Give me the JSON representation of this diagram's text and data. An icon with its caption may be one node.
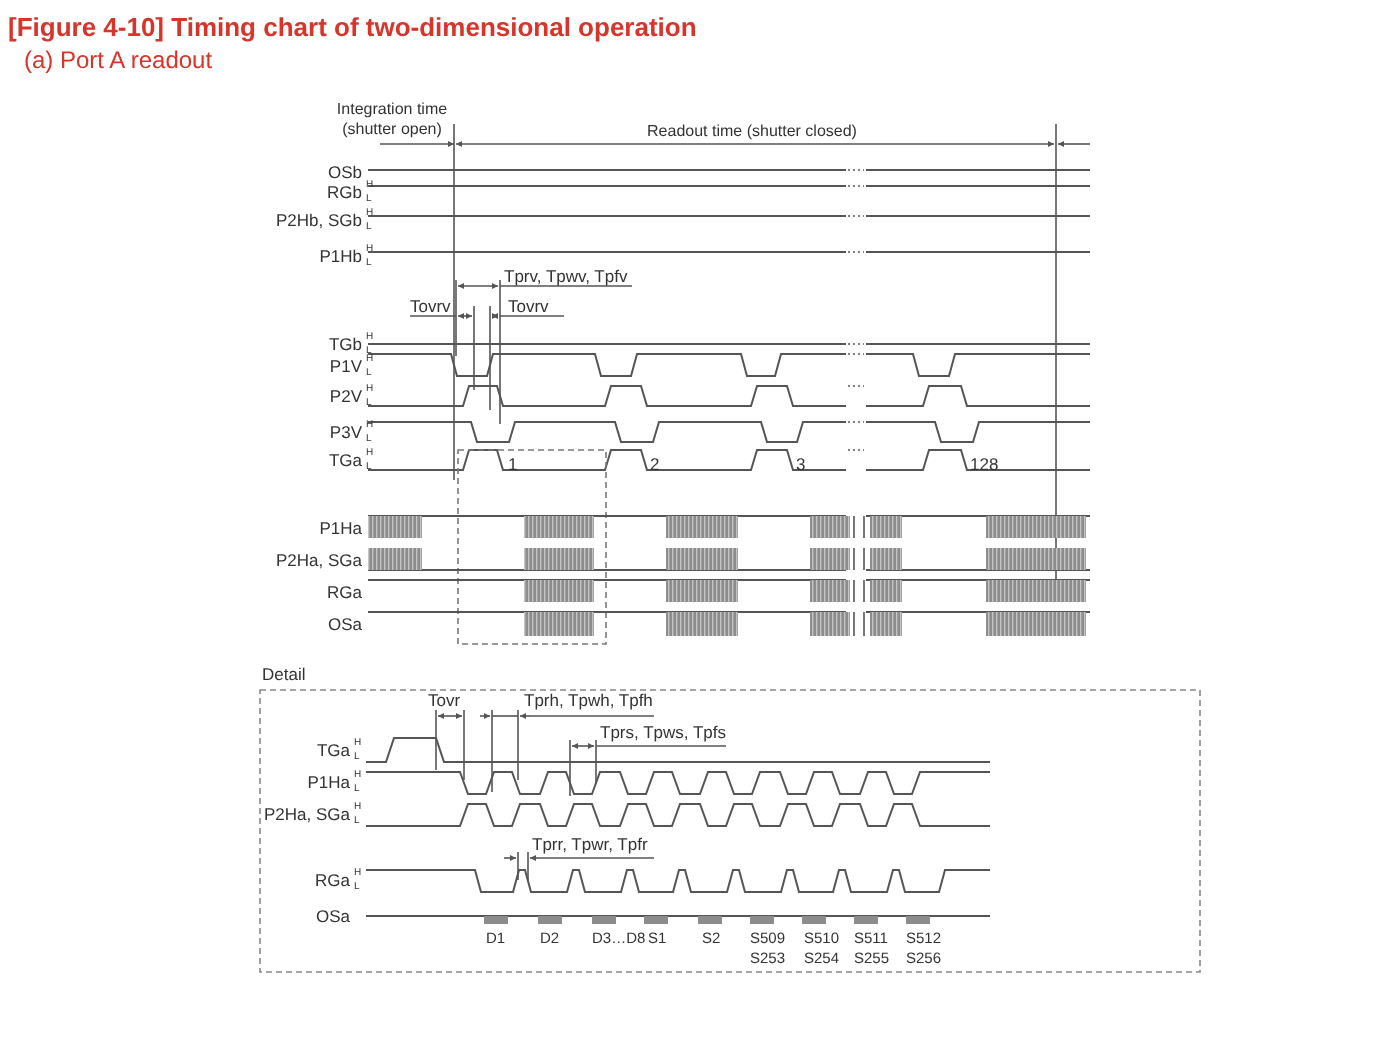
{
  "diagram": {
    "title": "[Figure 4-10] Timing chart of two-dimensional operation",
    "labels": [
      "(a) Port A readout",
      "Integration time (shutter open)",
      "Readout time (shutter closed)",
      "OSb",
      "RGb",
      "H",
      "L",
      "P2Hb, SGb",
      "H",
      "L",
      "P1Hb",
      "H",
      "L",
      "Tprv, Tpwv, Tpfv",
      "Tovrv",
      "Tovrv",
      "TGb",
      "H",
      "L",
      "P1V",
      "H",
      "L",
      "P2V",
      "H",
      "L",
      "P3V",
      "H",
      "L",
      "TGa",
      "H",
      "L",
      "1",
      "2",
      "3",
      "128",
      "P1Ha",
      "P2Ha, SGa",
      "RGa",
      "OSa",
      "Detail",
      "Tovr",
      "Tprh, Tpwh, Tpfh",
      "TGa",
      "H",
      "L",
      "Tprs, Tpws, Tpfs",
      "P1Ha",
      "H",
      "L",
      "P2Ha, SGa",
      "H",
      "L",
      "Tprr, Tpwr, Tpfr",
      "RGa",
      "H",
      "L",
      "OSa",
      "D1",
      "D2",
      "D3…D8",
      "S1",
      "S2",
      "S509",
      "S510",
      "S511",
      "S512",
      "S253",
      "S254",
      "S255",
      "S256"
    ]
  }
}
